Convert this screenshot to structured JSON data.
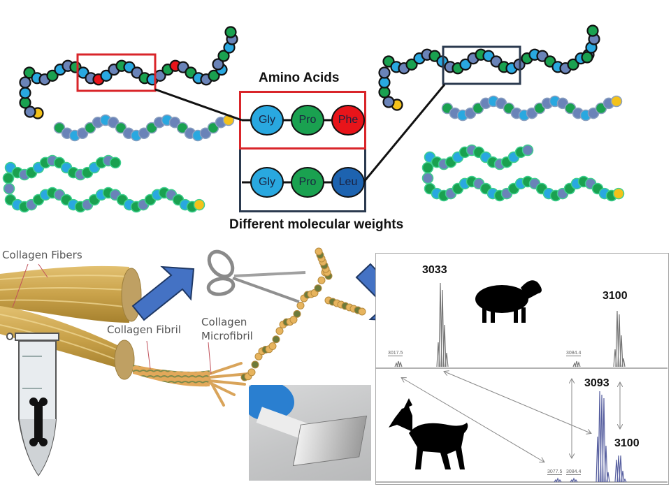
{
  "title_amino": "Amino Acids",
  "caption_weights": "Different molecular weights",
  "residue_colors": {
    "Gly": "#29a8e0",
    "Pro": "#1aa150",
    "Phe": "#e8141a",
    "Leu": "#1d63b0",
    "slate": "#6a83b8",
    "terminal": "#f4c21a"
  },
  "boxes": {
    "variant_a": {
      "border": "#d9252a",
      "residues": [
        "Gly",
        "Pro",
        "Phe"
      ]
    },
    "variant_b": {
      "border": "#2b3a4f",
      "residues": [
        "Gly",
        "Pro",
        "Leu"
      ]
    }
  },
  "collagen_labels": {
    "fibers": "Collagen Fibers",
    "fibril": "Collagen Fibril",
    "microfibril_line1": "Collagen",
    "microfibril_line2": "Microfibril"
  },
  "icons": {
    "arrow1": "arrow-up-right-icon",
    "scissors": "scissors-icon",
    "arrow2": "arrow-down-right-icon",
    "tube": "microcentrifuge-tube-icon",
    "bone": "bone-icon",
    "sheep": "sheep-icon",
    "goat": "goat-icon"
  },
  "accent_colors": {
    "arrow": "#4472c4",
    "arrow_border": "#1f3864"
  },
  "spectra": {
    "sheep": {
      "main_peaks": [
        "3033",
        "3100"
      ],
      "minor_peaks": [
        "3017.5",
        "3084.4"
      ]
    },
    "goat": {
      "main_peaks": [
        "3093",
        "3100"
      ],
      "minor_peaks": [
        "3077.5",
        "3084.4"
      ]
    }
  }
}
